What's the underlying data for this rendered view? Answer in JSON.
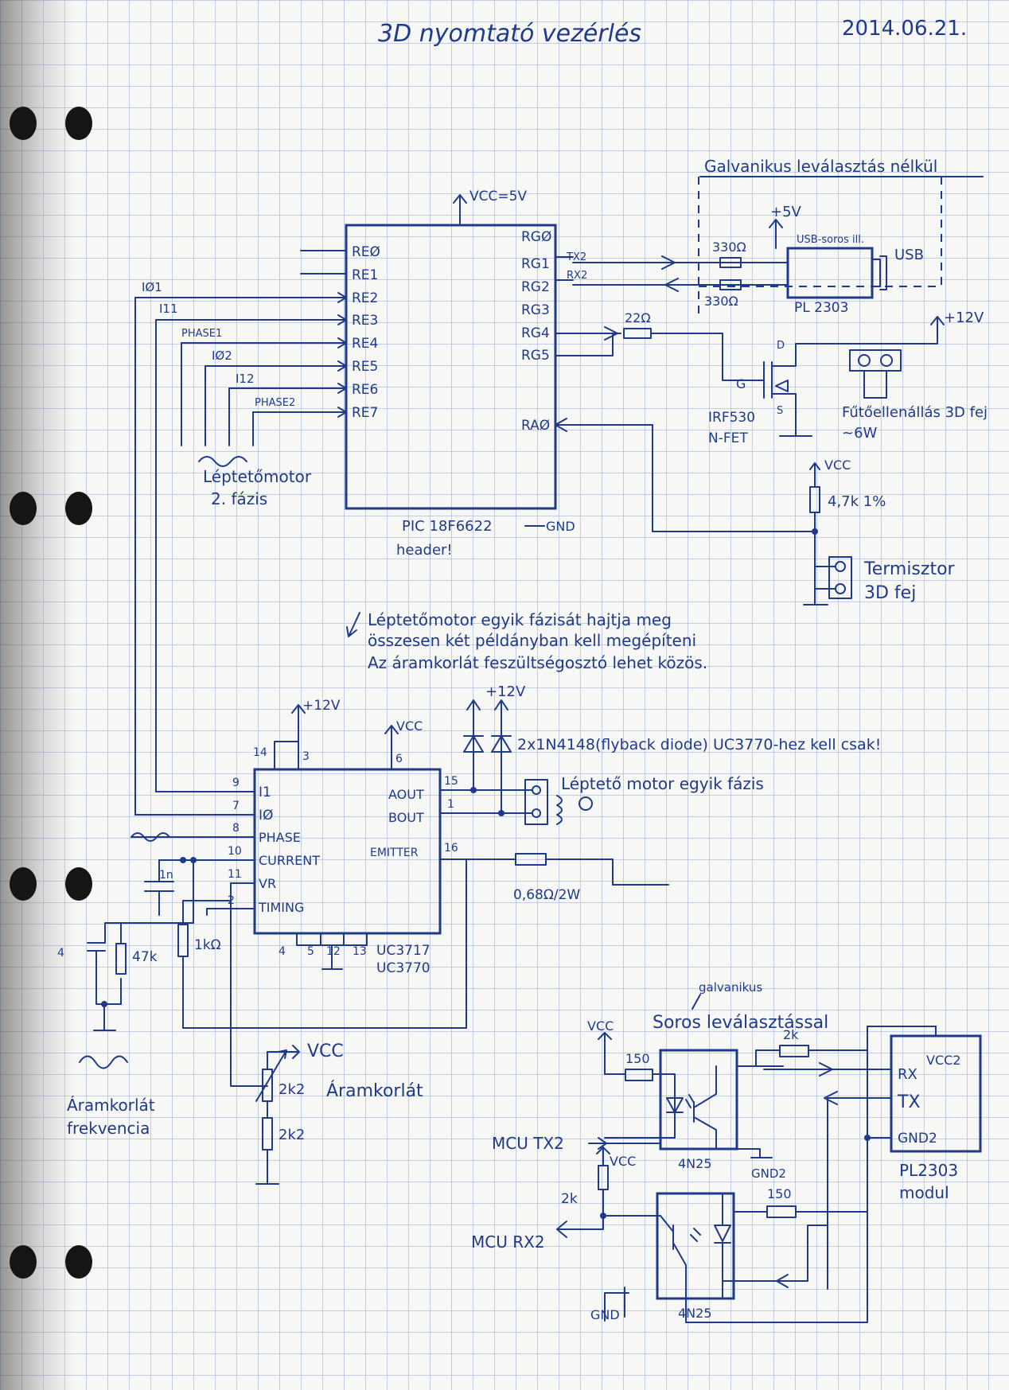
{
  "title": "3D nyomtató vezérlés",
  "date": "2014.06.21.",
  "mcu": {
    "vcc": "VCC=5V",
    "left_pins": [
      "REØ",
      "RE1",
      "RE2",
      "RE3",
      "RE4",
      "RE5",
      "RE6",
      "RE7"
    ],
    "right_pins": [
      "RGØ",
      "RG1",
      "RG2",
      "RG3",
      "RG4",
      "RG5"
    ],
    "ra0": "RAØ",
    "part": "PIC 18F6622",
    "gnd": "GND",
    "header": "header!"
  },
  "signals": {
    "i01": "IØ1",
    "i11": "I11",
    "phase1": "PHASE1",
    "i02": "IØ2",
    "i12": "I12",
    "phase2": "PHASE2",
    "tx2": "TX2",
    "rx2": "RX2"
  },
  "stepper2": {
    "line1": "Léptetőmotor",
    "line2": "2. fázis"
  },
  "isolation_label": "Galvanikus leválasztás nélkül",
  "usb": {
    "plus5": "+5V",
    "r1": "330Ω",
    "r2": "330Ω",
    "module": "USB-soros ill.",
    "usb": "USB",
    "chip": "PL 2303"
  },
  "heater": {
    "r": "22Ω",
    "plus12": "+12V",
    "d": "D",
    "g": "G",
    "s": "S",
    "fet1": "IRF530",
    "fet2": "N-FET",
    "heater1": "Fűtőellenállás 3D fej",
    "heater2": "~6W"
  },
  "thermistor": {
    "vcc": "VCC",
    "r": "4,7k 1%",
    "t1": "Termisztor",
    "t2": "3D fej"
  },
  "notes": [
    "Léptetőmotor egyik fázisát hajtja meg",
    "összesen két példányban kell megépíteni",
    "Az áramkorlát feszültségosztó lehet közös."
  ],
  "driver": {
    "plus12": "+12V",
    "vcc": "VCC",
    "pin14": "14",
    "pin3": "3",
    "pin6": "6",
    "left_pins": [
      {
        "num": "9",
        "name": "I1"
      },
      {
        "num": "7",
        "name": "IØ"
      },
      {
        "num": "8",
        "name": "PHASE"
      },
      {
        "num": "10",
        "name": "CURRENT"
      },
      {
        "num": "11",
        "name": "VR"
      },
      {
        "num": "2",
        "name": "TIMING"
      }
    ],
    "aout": "AOUT",
    "bout": "BOUT",
    "emitter": "EMITTER",
    "pin15": "15",
    "pin1": "1",
    "pin16": "16",
    "bottom_pins": [
      "4",
      "5",
      "12",
      "13"
    ],
    "part1": "UC3717",
    "part2": "UC3770"
  },
  "flyback": {
    "plus12": "+12V",
    "text": "2x1N4148(flyback diode) UC3770-hez kell csak!"
  },
  "motor_phase": "Léptető motor egyik fázis",
  "sense_r": "0,68Ω/2W",
  "timing": {
    "cap1n": "1n",
    "r47k": "47k",
    "r1k": "1kΩ",
    "c_label": "4",
    "label1": "Áramkorlát",
    "label2": "frekvencia"
  },
  "current_limit": {
    "vcc": "VCC",
    "pot": "2k2",
    "label": "Áramkorlát",
    "r": "2k2"
  },
  "serial": {
    "heading": "Soros leválasztással",
    "heading_note": "galvanikus",
    "vcc_top": "VCC",
    "r150_top": "150",
    "r2k_top": "2k",
    "opto_top": "4N25",
    "mcu_tx": "MCU TX2",
    "gnd2": "GND2",
    "vcc2": "VCC2",
    "rx": "RX",
    "tx": "TX",
    "gnd2_pin": "GND2",
    "module1": "PL2303",
    "module2": "modul",
    "vcc_bottom": "VCC",
    "r2k_bottom": "2k",
    "r150_bottom": "150",
    "mcu_rx": "MCU RX2",
    "gnd": "GND",
    "opto_bottom": "4N25"
  }
}
